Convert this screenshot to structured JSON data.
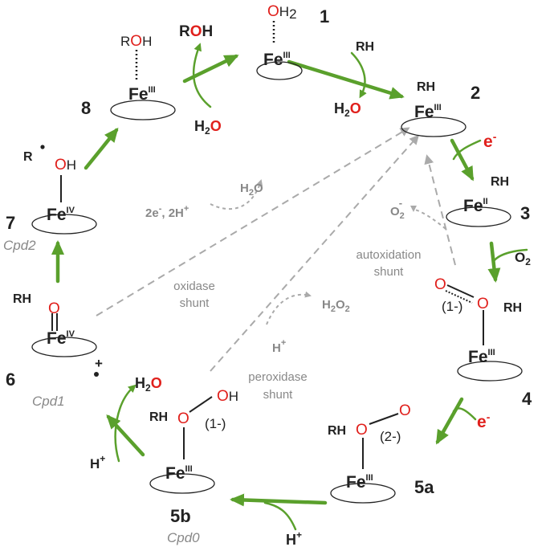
{
  "colors": {
    "green": "#5aa02c",
    "red": "#e0201c",
    "grey": "#aaaaaa",
    "dark": "#222222"
  },
  "species": {
    "s1": {
      "num": "1",
      "fe": "Fe",
      "ox": "III",
      "ligand_o": "O",
      "ligand_h": "H",
      "ligand_sub": "2"
    },
    "s2": {
      "num": "2",
      "fe": "Fe",
      "ox": "III",
      "rh": "RH"
    },
    "s3": {
      "num": "3",
      "fe": "Fe",
      "ox": "II",
      "rh": "RH"
    },
    "s4": {
      "num": "4",
      "fe": "Fe",
      "ox": "III",
      "rh": "RH",
      "charge": "(1-)",
      "o1": "O",
      "o2": "O"
    },
    "s5a": {
      "num": "5a",
      "fe": "Fe",
      "ox": "III",
      "rh": "RH",
      "charge": "(2-)",
      "o1": "O",
      "o2": "O"
    },
    "s5b": {
      "num": "5b",
      "fe": "Fe",
      "ox": "III",
      "rh": "RH",
      "charge": "(1-)",
      "o1": "O",
      "oh_o": "O",
      "oh_h": "H",
      "cpd": "Cpd0"
    },
    "s6": {
      "num": "6",
      "fe": "Fe",
      "ox": "IV",
      "rh": "RH",
      "o": "O",
      "plus": "+",
      "cpd": "Cpd1"
    },
    "s7": {
      "num": "7",
      "fe": "Fe",
      "ox": "IV",
      "o": "O",
      "h": "H",
      "radical": "R",
      "cpd": "Cpd2"
    },
    "s8": {
      "num": "8",
      "fe": "Fe",
      "ox": "III",
      "r": "R",
      "o": "O",
      "h": "H"
    }
  },
  "reagents": {
    "roh": {
      "r": "R",
      "o": "O",
      "h": "H"
    },
    "h2o_in8": {
      "h": "H",
      "sub": "2",
      "o": "O"
    },
    "rh_in2": "RH",
    "h2o_out2": {
      "h": "H",
      "sub": "2",
      "o": "O"
    },
    "e_3": {
      "e": "e",
      "sup": "-"
    },
    "o2_4": {
      "o": "O",
      "sub": "2"
    },
    "e_5a": {
      "e": "e",
      "sup": "-"
    },
    "hplus_5b": {
      "h": "H",
      "sup": "+"
    },
    "hplus_6": {
      "h": "H",
      "sup": "+"
    },
    "h2o_6": {
      "h": "H",
      "sub": "2",
      "o": "O"
    }
  },
  "shunts": {
    "oxidase": {
      "line1": "oxidase",
      "line2": "shunt",
      "electrons": "2e",
      "electrons_sup": "-",
      "protons": ", 2H",
      "protons_sup": "+",
      "product_h": "H",
      "product_sub": "2",
      "product_o": "O"
    },
    "peroxidase": {
      "line1": "peroxidase",
      "line2": "shunt",
      "reagent_h": "H",
      "reagent_sup": "+",
      "product_h": "H",
      "product_sub1": "2",
      "product_o": "O",
      "product_sub2": "2"
    },
    "autoxidation": {
      "line1": "autoxidation",
      "line2": "shunt",
      "product_o": "O",
      "product_sub": "2",
      "product_sup": "-"
    }
  }
}
